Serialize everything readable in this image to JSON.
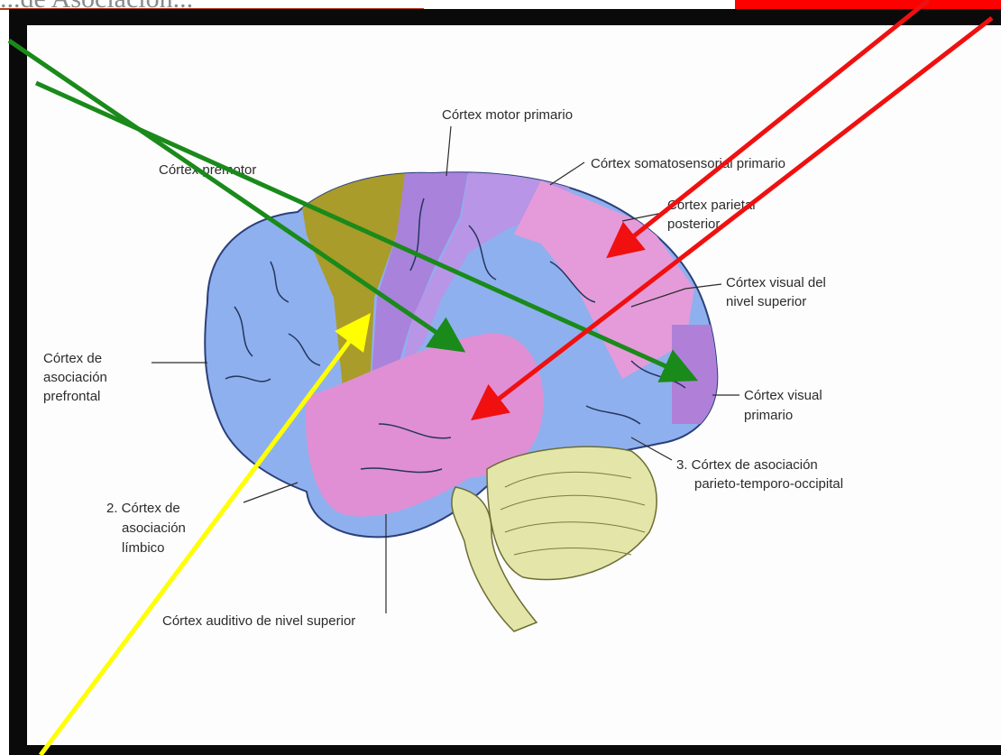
{
  "header": {
    "title_fragment": "...de Asociación..."
  },
  "labels": {
    "motor_primario": "Córtex motor primario",
    "premotor": "Córtex premotor",
    "somatosensorial": "Córtex somatosensorial primario",
    "parietal_posterior_1": "Córtex parietal",
    "parietal_posterior_2": "posterior",
    "visual_superior_1": "Córtex visual del",
    "visual_superior_2": "nivel superior",
    "prefrontal_1": "Córtex de",
    "prefrontal_2": "asociación",
    "prefrontal_3": "prefrontal",
    "visual_primario_1": "Córtex visual",
    "visual_primario_2": "primario",
    "pto_1": "3. Córtex de asociación",
    "pto_2": "parieto-temporo-occipital",
    "limbico_1": "2. Córtex de",
    "limbico_2": "asociación",
    "limbico_3": "límbico",
    "auditivo": "Córtex auditivo de nivel superior"
  },
  "colors": {
    "frame": "#0a0a0a",
    "prefrontal_blue": "#8fb0ee",
    "premotor_olive": "#a99c2a",
    "motor_purple": "#a982dc",
    "parietal_pink": "#e59bd9",
    "temporal_pink": "#e08fd4",
    "cerebellum": "#e3e6a8",
    "arrow_green": "#1a8a1a",
    "arrow_red": "#f01010",
    "arrow_yellow": "#ffff00"
  },
  "arrows": [
    {
      "color": "green",
      "target": "motor-temporal-junction"
    },
    {
      "color": "green",
      "target": "occipital-region"
    },
    {
      "color": "red",
      "target": "parietal-posterior"
    },
    {
      "color": "red",
      "target": "temporal-region"
    },
    {
      "color": "yellow",
      "target": "premotor-region"
    }
  ]
}
